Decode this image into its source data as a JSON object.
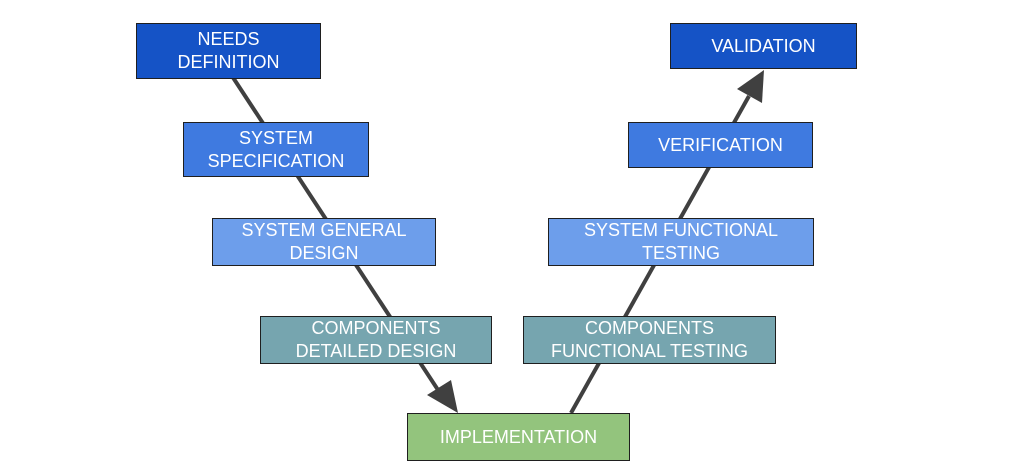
{
  "colors": {
    "dark_blue": "#1553c6",
    "medium_blue": "#3f7ae0",
    "light_blue": "#6d9eeb",
    "teal": "#76a5af",
    "green": "#93c47d",
    "arrow": "#404040"
  },
  "boxes": {
    "needs_definition": "NEEDS\nDEFINITION",
    "system_specification": "SYSTEM\nSPECIFICATION",
    "system_general_design": "SYSTEM GENERAL\nDESIGN",
    "components_detailed_design": "COMPONENTS\nDETAILED DESIGN",
    "implementation": "IMPLEMENTATION",
    "components_functional_testing": "COMPONENTS\nFUNCTIONAL TESTING",
    "system_functional_testing": "SYSTEM FUNCTIONAL\nTESTING",
    "verification": "VERIFICATION",
    "validation": "VALIDATION"
  }
}
